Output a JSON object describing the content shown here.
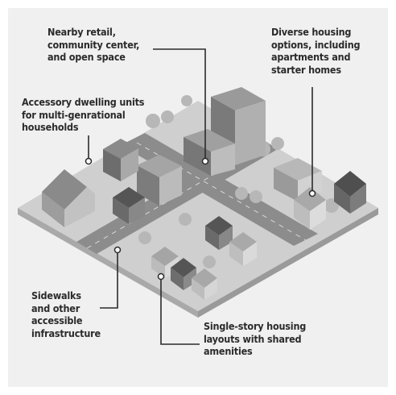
{
  "callouts": {
    "nearby_retail": "Nearby retail,\ncommunity center,\nand open space",
    "diverse_housing": "Diverse housing\noptions, including\napartments and\nstarter homes",
    "accessory_units": "Accessory dwelling units\nfor multi-genrational\nhouseholds",
    "sidewalks": "Sidewalks\nand other\naccessible\ninfrastructure",
    "single_story": "Single-story housing\nlayouts with shared\namenities"
  },
  "colors": {
    "background": "#f0f0f0",
    "ground": "#cfcfcf",
    "road": "#8a8a8a",
    "text": "#2b2b2b"
  }
}
